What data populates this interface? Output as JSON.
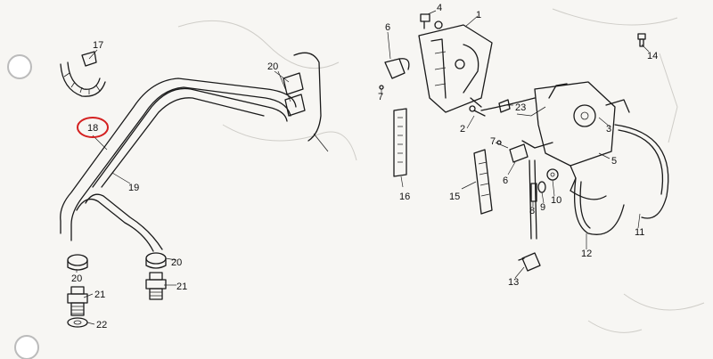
{
  "callouts": {
    "p1": "1",
    "p2": "2",
    "p3": "3",
    "p4": "4",
    "p5": "5",
    "p6a": "6",
    "p6b": "6",
    "p7a": "7",
    "p7b": "7",
    "p8": "8",
    "p9": "9",
    "p10": "10",
    "p11": "11",
    "p12": "12",
    "p13": "13",
    "p14": "14",
    "p15": "15",
    "p16": "16",
    "p17": "17",
    "p18": "18",
    "p19": "19",
    "p20a": "20",
    "p20b": "20",
    "p20c": "20",
    "p21a": "21",
    "p21b": "21",
    "p22": "22",
    "p23": "23"
  },
  "colors": {
    "highlight": "#d42020",
    "ink": "#1a1a1a",
    "ghost": "#cfcdc8",
    "paper": "#f7f6f3"
  }
}
